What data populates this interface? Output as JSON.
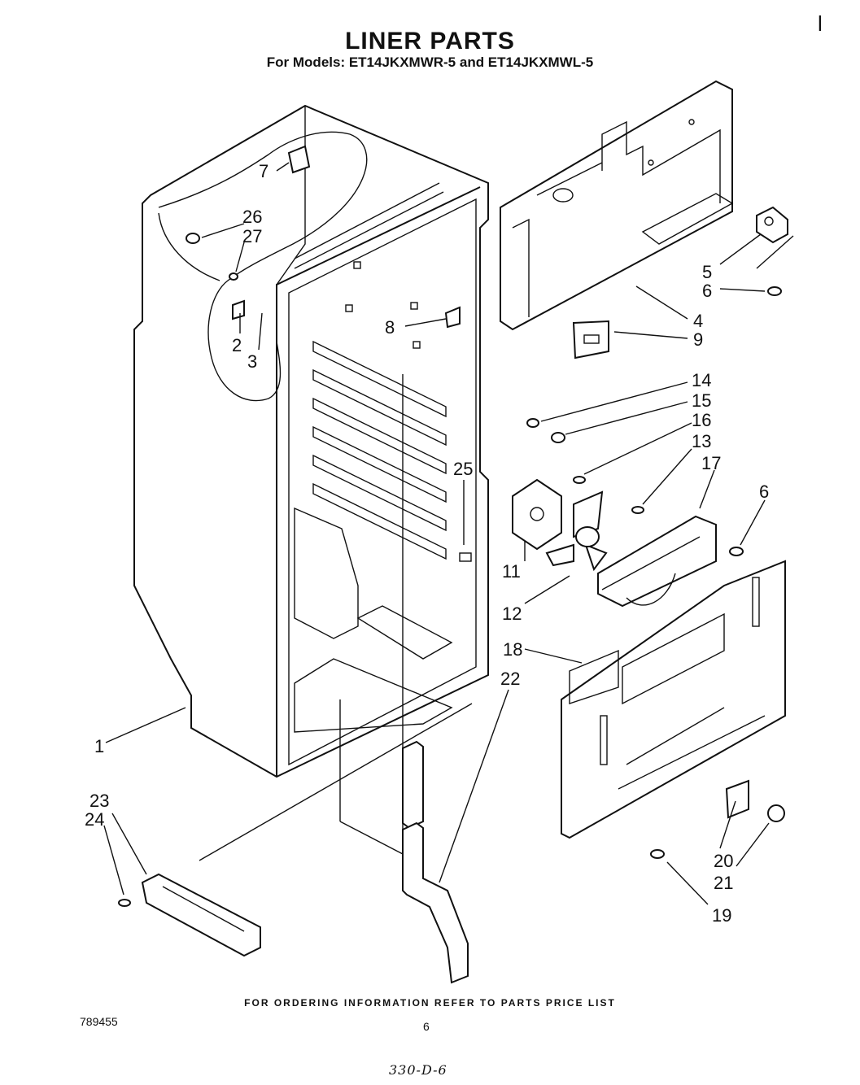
{
  "header": {
    "title": "LINER PARTS",
    "subtitle": "For Models: ET14JKXMWR-5   and ET14JKXMWL-5"
  },
  "footer": {
    "ordering_note": "FOR ORDERING INFORMATION REFER TO PARTS PRICE LIST",
    "document_number": "789455",
    "page_number": "6",
    "handwritten_note": "330-D-6",
    "edge_mark": "l"
  },
  "callouts": [
    "1",
    "2",
    "3",
    "4",
    "5",
    "6",
    "7",
    "8",
    "9",
    "11",
    "12",
    "13",
    "14",
    "15",
    "16",
    "17",
    "6",
    "18",
    "19",
    "20",
    "21",
    "22",
    "23",
    "24",
    "25",
    "26",
    "27"
  ]
}
